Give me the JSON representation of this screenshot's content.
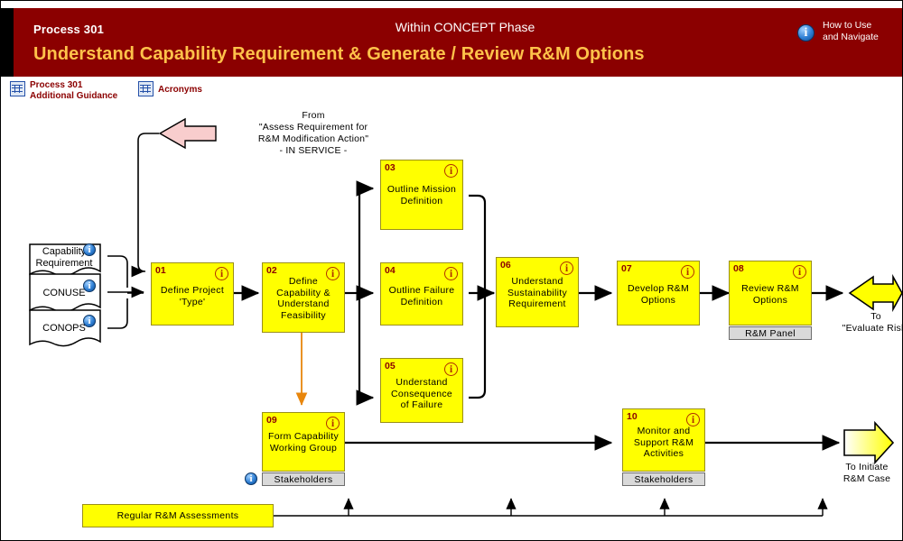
{
  "header": {
    "process_label": "Process 301",
    "phase_label": "Within CONCEPT Phase",
    "title": "Understand Capability Requirement & Generate / Review R&M Options",
    "howto_line1": "How to Use",
    "howto_line2": "and Navigate",
    "howto_icon": "info-icon",
    "bar_color": "#8b0000",
    "title_color": "#ffc24a"
  },
  "guidance": [
    {
      "label_line1": "Process 301",
      "label_line2": "Additional Guidance",
      "icon": "table-grid-icon"
    },
    {
      "label_line1": "Acronyms",
      "label_line2": "",
      "icon": "table-grid-icon"
    }
  ],
  "inputs": [
    {
      "label_line1": "Capability",
      "label_line2": "Requirement",
      "icon": "info-icon"
    },
    {
      "label_line1": "CONUSE",
      "label_line2": "",
      "icon": "info-icon"
    },
    {
      "label_line1": "CONOPS",
      "label_line2": "",
      "icon": "info-icon"
    }
  ],
  "inbound_arrow": {
    "line1": "From",
    "line2": "\"Assess Requirement for",
    "line3": "R&M Modification Action\"",
    "line4": "- IN SERVICE -",
    "color": "#f8cdcd"
  },
  "steps": [
    {
      "num": "01",
      "lines": [
        "Define Project",
        "'Type'"
      ],
      "icon": "info-icon",
      "swimlane": ""
    },
    {
      "num": "02",
      "lines": [
        "Define",
        "Capability &",
        "Understand",
        "Feasibility"
      ],
      "icon": "info-icon",
      "swimlane": ""
    },
    {
      "num": "03",
      "lines": [
        "Outline Mission",
        "Definition"
      ],
      "icon": "info-icon",
      "swimlane": ""
    },
    {
      "num": "04",
      "lines": [
        "Outline Failure",
        "Definition"
      ],
      "icon": "info-icon",
      "swimlane": ""
    },
    {
      "num": "05",
      "lines": [
        "Understand",
        "Consequence",
        "of Failure"
      ],
      "icon": "info-icon",
      "swimlane": ""
    },
    {
      "num": "06",
      "lines": [
        "Understand",
        "Sustainability",
        "Requirement"
      ],
      "icon": "info-icon",
      "swimlane": ""
    },
    {
      "num": "07",
      "lines": [
        "Develop R&M",
        "Options"
      ],
      "icon": "info-icon",
      "swimlane": ""
    },
    {
      "num": "08",
      "lines": [
        "Review R&M",
        "Options"
      ],
      "icon": "info-icon",
      "swimlane": "R&M Panel"
    },
    {
      "num": "09",
      "lines": [
        "Form Capability",
        "Working Group"
      ],
      "icon": "info-icon",
      "swimlane": "Stakeholders"
    },
    {
      "num": "10",
      "lines": [
        "Monitor and",
        "Support R&M",
        "Activities"
      ],
      "icon": "info-icon",
      "swimlane": "Stakeholders"
    }
  ],
  "outputs": [
    {
      "line1": "To",
      "line2": "\"Evaluate Risk\"",
      "fill": "#ffff00"
    },
    {
      "line1": "To Initiate",
      "line2": "R&M Case",
      "fill": "#ffff00"
    }
  ],
  "assessment_bar": {
    "label": "Regular R&M Assessments",
    "fill": "#ffff00"
  },
  "colors": {
    "box_fill": "#ffff00",
    "box_border": "#9a8f18",
    "num_color": "#8b0000",
    "swimlane_fill": "#d9d9d9",
    "feedback_arrow": "#e8860c"
  }
}
